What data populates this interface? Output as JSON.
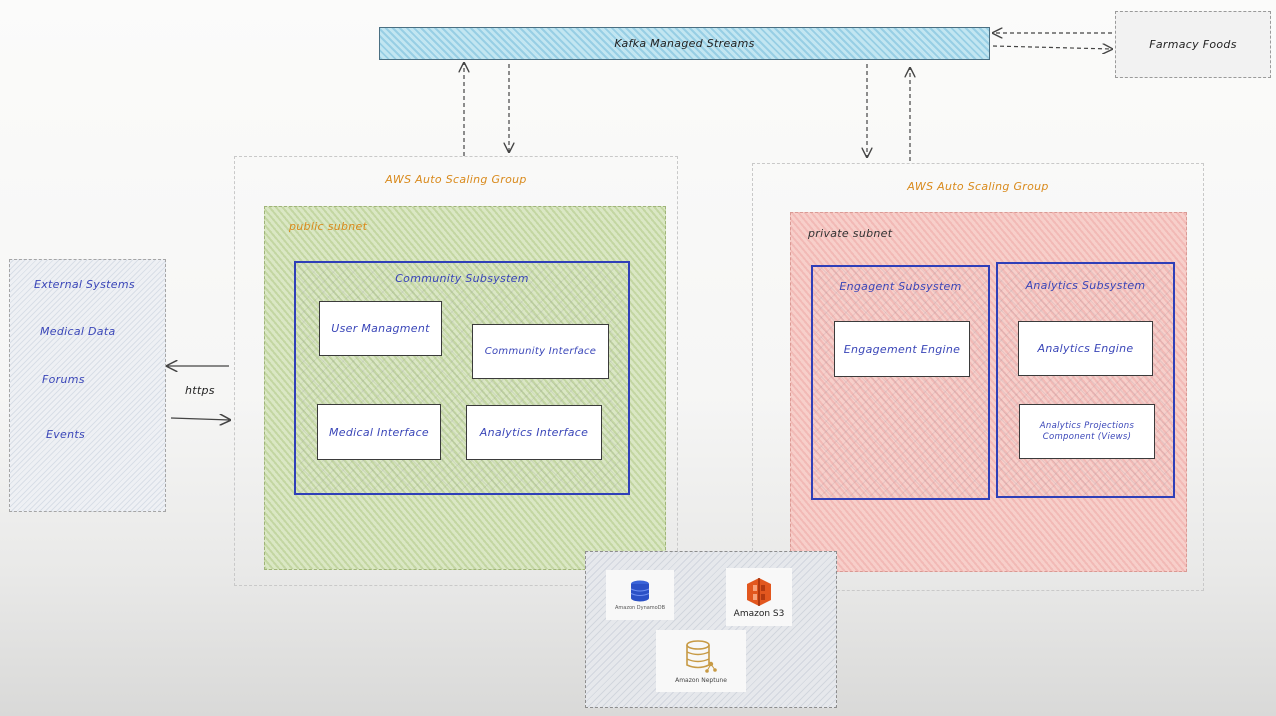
{
  "kafka": {
    "label": "Kafka Managed Streams"
  },
  "farmacy": {
    "label": "Farmacy Foods"
  },
  "external": {
    "items": [
      "External Systems",
      "Medical Data",
      "Forums",
      "Events"
    ]
  },
  "https_label": "https",
  "left_asg": {
    "label": "AWS Auto Scaling Group",
    "subnet_label": "public subnet",
    "subsystem": {
      "label": "Community Subsystem",
      "components": {
        "user_management": "User Managment",
        "community_interface": "Community Interface",
        "medical_interface": "Medical Interface",
        "analytics_interface": "Analytics Interface"
      }
    }
  },
  "right_asg": {
    "label": "AWS Auto Scaling Group",
    "subnet_label": "private subnet",
    "engagement": {
      "label": "Engagent Subsystem",
      "engine": "Engagement Engine"
    },
    "analytics": {
      "label": "Analytics Subsystem",
      "engine": "Analytics Engine",
      "projections": "Analytics Projections Component (Views)"
    }
  },
  "databases": {
    "dynamodb_label": "Amazon DynamoDB",
    "s3_label": "Amazon S3",
    "neptune_label": "Amazon Neptune"
  },
  "colors": {
    "subsystem_border": "#2f3fb8",
    "asg_label": "#d98a1c",
    "public_subnet": "#dbe7c6",
    "private_subnet": "#f6cdc9",
    "kafka_fill": "#bfe3ef",
    "s3_orange": "#e2571e",
    "dynamodb_blue": "#2b50c6",
    "neptune_tan": "#c79a45"
  }
}
